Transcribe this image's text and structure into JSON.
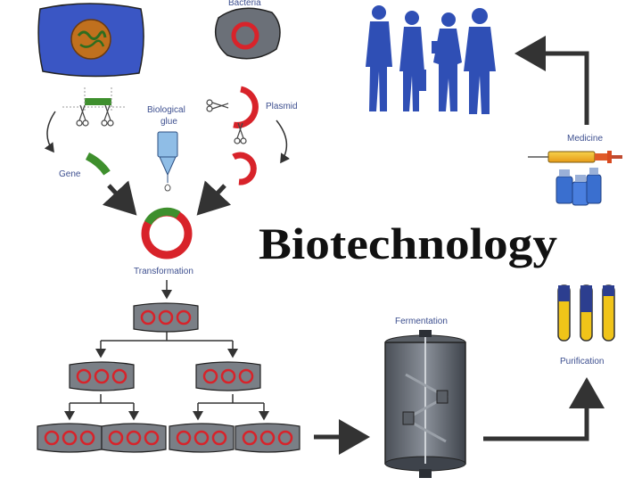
{
  "title": "Biotechnology",
  "labels": {
    "bacteria": "Bacteria",
    "biological_glue_line1": "Biological",
    "biological_glue_line2": "glue",
    "plasmid": "Plasmid",
    "gene": "Gene",
    "transformation": "Transformation",
    "fermentation": "Fermentation",
    "purification": "Purification",
    "medicine": "Medicine"
  },
  "colors": {
    "cell_blue": "#3a56c4",
    "plasmid_red": "#d8232a",
    "gene_green": "#3e8f2d",
    "tray_grey": "#7a7f86",
    "people_blue": "#2f4fb5",
    "arrow_dark": "#333333",
    "label_text": "#3d4f8f"
  }
}
